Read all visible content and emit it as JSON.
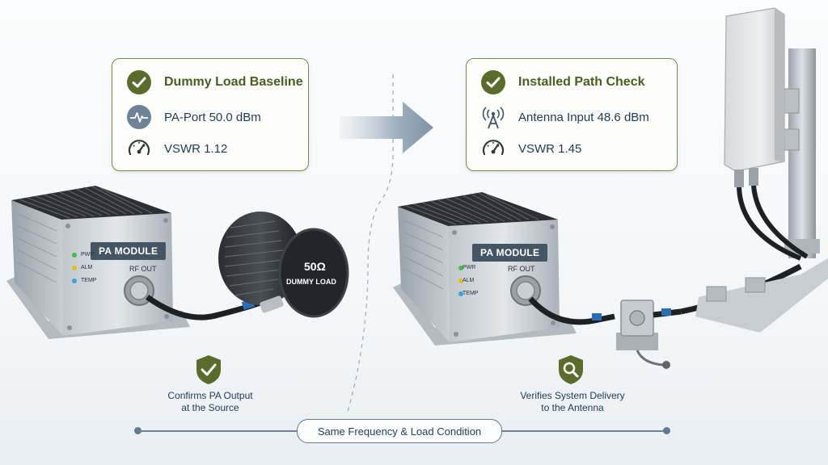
{
  "left_card": {
    "title": "Dummy Load Baseline",
    "line1": "PA-Port 50.0 dBm",
    "line2": "VSWR 1.12"
  },
  "right_card": {
    "title": "Installed Path Check",
    "line1": "Antenna Input 48.6 dBm",
    "line2": "VSWR 1.45"
  },
  "left_device": {
    "module_label": "PA MODULE",
    "rf_out_label": "RF OUT",
    "leds": [
      "PWR",
      "ALM",
      "TEMP"
    ],
    "load_text_1": "50Ω",
    "load_text_2": "DUMMY LOAD"
  },
  "right_device": {
    "module_label": "PA MODULE",
    "rf_out_label": "RF OUT",
    "leds": [
      "PWR",
      "ALM",
      "TEMP"
    ]
  },
  "left_caption": {
    "line1": "Confirms PA Output",
    "line2": "at the Source"
  },
  "right_caption": {
    "line1": "Verifies System Delivery",
    "line2": "to the Antenna"
  },
  "bottom_label": "Same Frequency & Load Condition",
  "colors": {
    "accent_olive": "#4b5c1f",
    "text_navy": "#1f3a56",
    "border": "#7a8a46"
  },
  "icons": [
    "check-circle-icon",
    "pulse-icon",
    "gauge-icon",
    "antenna-icon",
    "shield-check-icon",
    "shield-search-icon",
    "arrow-right-icon"
  ]
}
